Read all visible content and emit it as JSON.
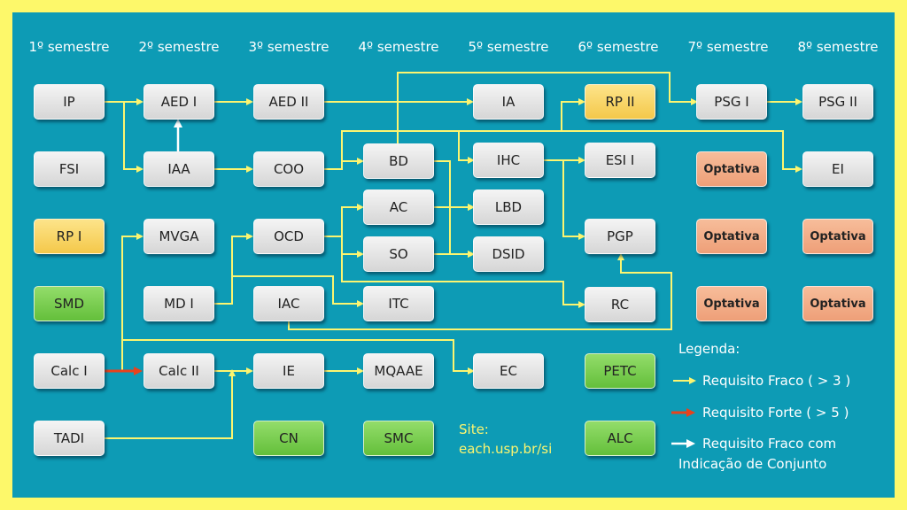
{
  "semesters": [
    "1º semestre",
    "2º semestre",
    "3º semestre",
    "4º semestre",
    "5º semestre",
    "6º semestre",
    "7º semestre",
    "8º semestre"
  ],
  "courses": {
    "ip": "IP",
    "fsi": "FSI",
    "rp1": "RP I",
    "smd": "SMD",
    "calc1": "Calc I",
    "tadi": "TADI",
    "aed1": "AED I",
    "iaa": "IAA",
    "mvga": "MVGA",
    "md1": "MD I",
    "calc2": "Calc II",
    "aed2": "AED II",
    "coo": "COO",
    "ocd": "OCD",
    "iac": "IAC",
    "ie": "IE",
    "cn": "CN",
    "bd": "BD",
    "ac": "AC",
    "so": "SO",
    "itc": "ITC",
    "mqaae": "MQAAE",
    "smc": "SMC",
    "ia": "IA",
    "ihc": "IHC",
    "lbd": "LBD",
    "dsid": "DSID",
    "ec": "EC",
    "rp2": "RP II",
    "esi1": "ESI I",
    "pgp": "PGP",
    "rc": "RC",
    "petc": "PETC",
    "alc": "ALC",
    "psg1": "PSG I",
    "opt7a": "Optativa",
    "opt7b": "Optativa",
    "opt7c": "Optativa",
    "psg2": "PSG II",
    "ei": "EI",
    "opt8a": "Optativa",
    "opt8b": "Optativa"
  },
  "site": {
    "label": "Site:",
    "url": "each.usp.br/si"
  },
  "legend": {
    "title": "Legenda:",
    "weak": "Requisito Fraco ( > 3 )",
    "strong": "Requisito Forte ( > 5 )",
    "set_line1": "Requisito Fraco com",
    "set_line2": "Indicação de Conjunto"
  },
  "colors": {
    "frame": "#fdf86a",
    "background": "#0d9bb5",
    "weak_arrow": "#fcf570",
    "strong_arrow": "#e8421c",
    "set_arrow": "#ffffff",
    "course": "#e6e6e6",
    "research": "#f4c84a",
    "core": "#64bf3b",
    "optional": "#ee9f78"
  }
}
